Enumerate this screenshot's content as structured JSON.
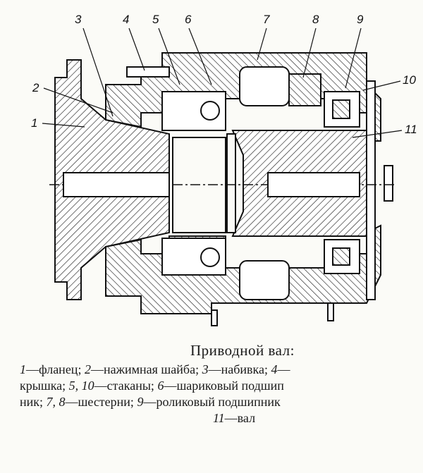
{
  "figure": {
    "labels": [
      "1",
      "2",
      "3",
      "4",
      "5",
      "6",
      "7",
      "8",
      "9",
      "10",
      "11"
    ]
  },
  "caption": {
    "title": "Приводной вал:",
    "lines": [
      [
        {
          "num": "1",
          "text": "—фланец; "
        },
        {
          "num": "2",
          "text": "—нажимная шайба; "
        },
        {
          "num": "3",
          "text": "—набивка; "
        },
        {
          "num": "4",
          "text": "—"
        }
      ],
      [
        {
          "num": "",
          "text": "крышка; "
        },
        {
          "num": "5, 10",
          "text": "—стаканы; "
        },
        {
          "num": "6",
          "text": "—шариковый подшип"
        }
      ],
      [
        {
          "num": "",
          "text": "ник; "
        },
        {
          "num": "7, 8",
          "text": "—шестерни; "
        },
        {
          "num": "9",
          "text": "—роликовый подшипник"
        }
      ],
      [
        {
          "num": "11",
          "text": "—вал"
        }
      ]
    ]
  }
}
